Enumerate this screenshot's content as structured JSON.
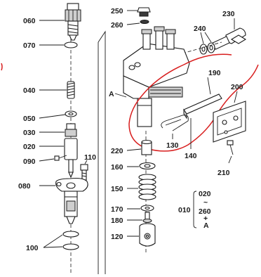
{
  "labels": {
    "p060": "060",
    "p070": "070",
    "p040": "040",
    "p050": "050",
    "p030": "030",
    "p020": "020",
    "p090": "090",
    "p110": "110",
    "p080": "080",
    "p100": "100",
    "p250": "250",
    "p260": "260",
    "p230": "230",
    "p240": "240",
    "pA": "A",
    "p190": "190",
    "p200": "200",
    "p130": "130",
    "p140": "140",
    "p220": "220",
    "p210": "210",
    "p160": "160",
    "p150": "150",
    "p170": "170",
    "p180": "180",
    "p120": "120",
    "p010": "010",
    "range_start": "020",
    "range_tilde": "~",
    "range_end": "260",
    "range_plus": "+",
    "range_A": "A"
  },
  "colors": {
    "ink": "#1a1a1a",
    "highlight": "#d81e1e",
    "shade": "#cfcfcf"
  }
}
